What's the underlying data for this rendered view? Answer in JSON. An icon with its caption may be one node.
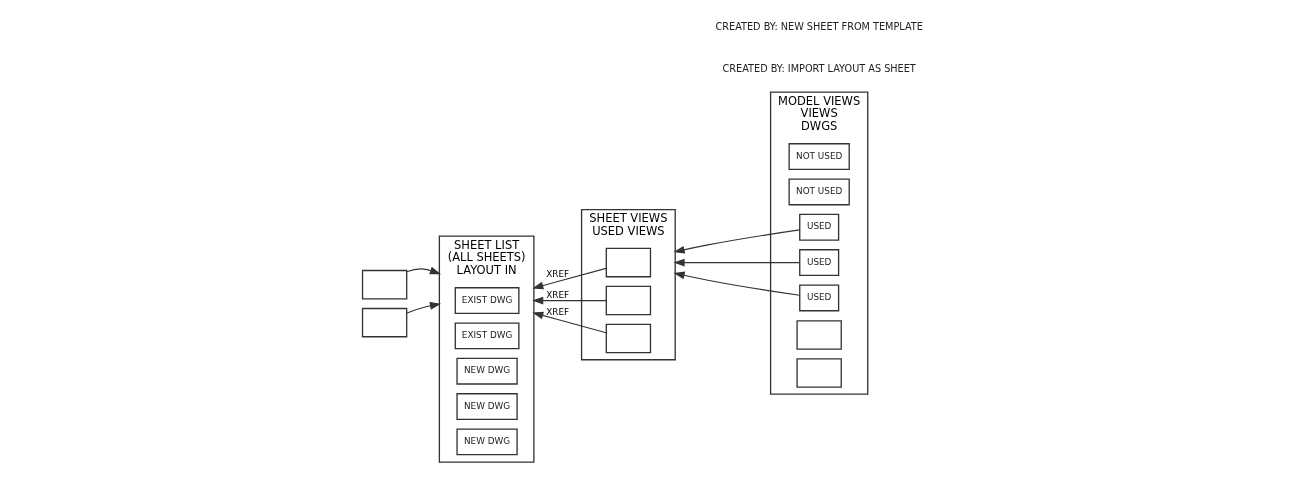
{
  "diagram": {
    "nodes": [
      {
        "text": [],
        "shape": "box"
      },
      {
        "text": [],
        "shape": "box"
      },
      {
        "text": [
          "SHEET LIST",
          "(ALL SHEETS)",
          "LAYOUT IN"
        ]
      },
      {
        "text": [
          "EXIST DWG"
        ],
        "in": 2
      },
      {
        "text": [
          "EXIST DWG"
        ],
        "in": 2
      },
      {
        "text": [
          "NEW DWG"
        ],
        "in": 2
      },
      {
        "text": [
          "NEW DWG"
        ],
        "in": 2
      },
      {
        "text": [
          "NEW DWG"
        ],
        "in": 2
      },
      {
        "text": [
          "SHEET VIEWS",
          "USED VIEWS"
        ]
      },
      {
        "text": [],
        "shape": "box",
        "in": 8
      },
      {
        "text": [],
        "shape": "box",
        "in": 8
      },
      {
        "text": [],
        "shape": "box",
        "in": 8
      },
      {
        "text": [
          "MODEL VIEWS",
          "VIEWS",
          "DWGS"
        ]
      },
      {
        "text": [
          "NOT USED"
        ],
        "in": 12
      },
      {
        "text": [
          "NOT USED"
        ],
        "in": 12
      },
      {
        "text": [
          "USED"
        ],
        "in": 12
      },
      {
        "text": [
          "USED"
        ],
        "in": 12
      },
      {
        "text": [
          "USED"
        ],
        "in": 12
      },
      {
        "text": [],
        "shape": "box",
        "in": 12
      },
      {
        "text": [],
        "shape": "box",
        "in": 12
      }
    ],
    "edges": [
      {
        "from": 0,
        "to": 2,
        "arrow": "to"
      },
      {
        "from": 1,
        "to": 2,
        "arrow": "to"
      },
      {
        "from": 9,
        "to": 2,
        "arrow": "to",
        "label": "XREF"
      },
      {
        "from": 10,
        "to": 2,
        "arrow": "to",
        "label": "XREF"
      },
      {
        "from": 11,
        "to": 2,
        "arrow": "to",
        "label": "XREF"
      },
      {
        "from": 15,
        "to": 8,
        "arrow": "to"
      },
      {
        "from": 16,
        "to": 8,
        "arrow": "to"
      },
      {
        "from": 17,
        "to": 8,
        "arrow": "to"
      }
    ],
    "labels": [
      "CREATED BY: IMPORT LAYOUT AS SHEET",
      "CREATED BY: NEW SHEET FROM TEMPLATE"
    ]
  }
}
